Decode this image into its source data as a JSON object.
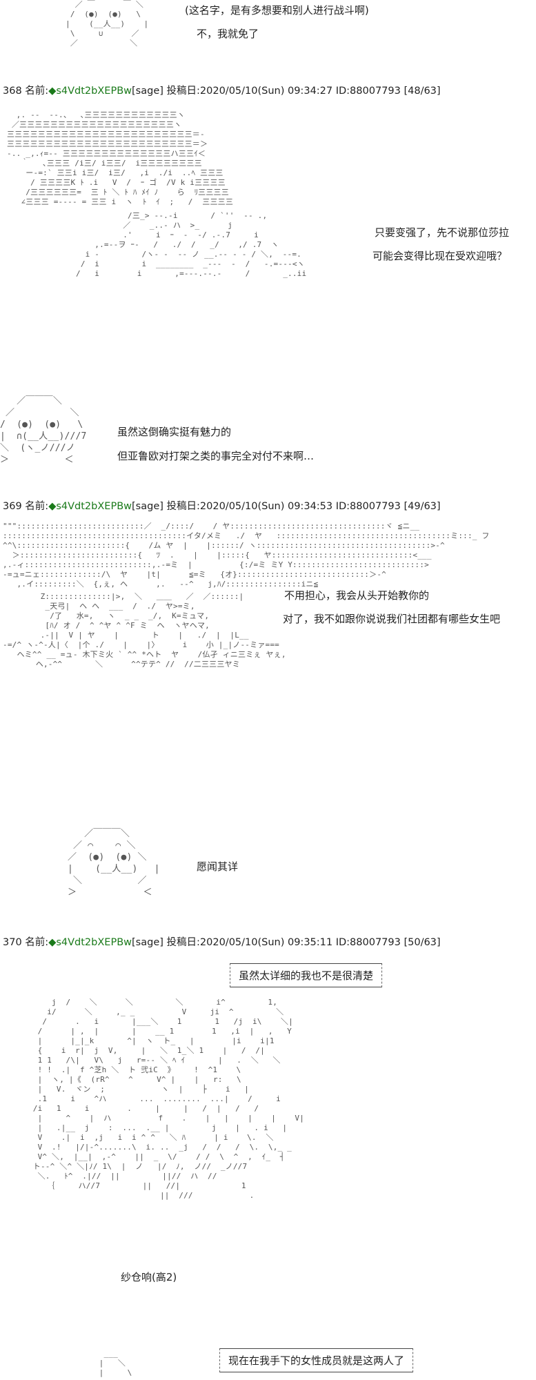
{
  "posts": [
    {
      "num": "368",
      "name_label": "名前:",
      "trip": "◆s4Vdt2bXEPBw",
      "sage": "[sage]",
      "posted_label": "投稿日:",
      "date": "2020/05/10(Sun) 09:34:27",
      "id": "ID:88007793",
      "count": "[48/63]"
    },
    {
      "num": "369",
      "name_label": "名前:",
      "trip": "◆s4Vdt2bXEPBw",
      "sage": "[sage]",
      "posted_label": "投稿日:",
      "date": "2020/05/10(Sun) 09:34:53",
      "id": "ID:88007793",
      "count": "[49/63]"
    },
    {
      "num": "370",
      "name_label": "名前:",
      "trip": "◆s4Vdt2bXEPBw",
      "sage": "[sage]",
      "posted_label": "投稿日:",
      "date": "2020/05/10(Sun) 09:35:11",
      "id": "ID:88007793",
      "count": "[50/63]"
    }
  ],
  "dialogue": {
    "top_1": "(这名字，是有多想要和别人进行战斗啊)",
    "top_2": "不，我就免了",
    "p368_1": "只要变强了，先不说那位莎拉",
    "p368_2": "可能会变得比现在受欢迎哦？",
    "p368_3": "虽然这倒确实挺有魅力的",
    "p368_4": "但亚鲁欧对打架之类的事完全对付不来啊…",
    "p369_1": "不用担心，我会从头开始教你的",
    "p369_2": "对了，我不如跟你说说我们社团都有哪些女生吧",
    "p369_3": "愿闻其详",
    "p370_bubble": "虽然太详细的我也不是很清楚",
    "p370_caption": "纱仓响(高2)",
    "bottom_bubble": "现在在我手下的女性成员就是这两人了"
  },
  "art": {
    "face_top": "  ／ ￣      ￣ ＼\n /  (●)  (●)   \\\n|    (__人__)    |\n \\     ∪      ／\n ／           ＼",
    "face_368": "   ／￣￣￣＼\n ／          ＼\n/  (●)  (●)   \\\n|  ∩(__人__)///7\n＼  (ヽ_ノ///ノ\n＞          ＜",
    "face_369": "    ／￣￣￣＼\n  ／ ⌒    ⌒ ＼\n ／  (●)  (●) ＼\n |    (__人__)   |\n  ＼          ／\n ＞            ＜",
    "hair_368": "  ,. -‐  ‐-.、  ､三三三三三三三三三三三三ヽ\n ／三三三三三三三三三三三三三三三三三三三三ヽ\n三三三三三三三三三三三三三三三三三三三三三三三三＝‐\n三三三三三三三三三三三三三三三三三三三三三三三三＝＞\n-.. _,.ｨ=-‐ 三三三三三三三三三三三三三三ハ三三ｲ＜\n   ｀   ､三三三 /i三/ i三三/  i三三三三三三三三\n    ー-=:` 三三i i三/  i三/   ,i  ./i  ..ﾍ 三三三\n     / 三三三三K ﾄ .i   V  /  ｰ ゴ  /V k i三三三三\n    /三三三三三三=  三 ﾄ ＼ ﾄ ﾊ ﾒｲ ﾉ    ら  ﾘ三三三三\n   ∠三三三 =-‐‐‐ = 三三 i  ヽ  ﾄ  ｲ  ;   /  三三三三",
    "body_368": "           /三_> -‐.-i       / `''  -‐ .,\n          ／    _..- ハ  >_      j\n          .'     i  ｰ  -  -/ .-.7     i\n    ,.=‐-ヲ ｰ-   /   ./  /   _/    ,/ .7  ヽ\n  i ‐         /ヽ‐ ‐  -‐ ノ __.-‐ ‐ ‐ / ＼,  --=.\n /  i         i  ________  _-‐-  ‐  /   -.=-‐-<ヽ\n/   i        i       ,=-‐-.‐-.‐     /       _..ii",
    "hair_369": "\"\"\":::::::::::::::::::::::::::／  _/::::/    / ヤ:::::::::::::::::::::::::::::::::ヾ ≦ニ__\n:::::::::::::::::::::::::::::::::::::::イタ/メミ   ./  ヤ   :::::::::::::::::::::::::::::::::::::ミ:::_ フ\n^^\\:::::::::::::::::::::::{    /ム ヤ  |    |::::::/ ヽ:::::::::::::::::::::::::::::::::::::>-^\n  ＞:::::::::::::::::::::::::{   ﾂ  .    |    |:::::{   ヤ::::::::::::::::::::::::::::::<___\n,.-ィ:::::::::::::::::::::::::::,.-=ミ  |          {:/=ミ ミY Y::::::::::::::::::::::::::::>\n-=ュ=ニェ:::::::::::::/\\  ヤ    |t|      ≦=ミ   {オ}::::::::::::::::::::::::::::＞-^\n   ,.イ:::::::::＼  {,ぇ, ヘ      ,.   ‐‐^   j,ﾊ/::::::::::::::::iニ≦",
    "body_369": "        Z::::::::::::::|>,  ＼   ＿＿   ／  ／::::::|\n         _天弓|  ヘ ヘ  ___  /  ./  ヤ>=ミ,\n          /了   水=,   ヽ  _ _  _/,  K=ミュマ,\n         [ﾊ/ オ /  ^ ^ヤ ^ ^F ミ  ヘ  ヽヤヘマ,\n        .-||  V | ヤ    |       ト    |   ./  |  |L__\n-=/^ ヽ-^-人|〈  |个 ./    |    |〉     i    小 |_|ノ‐‐ミァ===\n   ヘミ^^ __ =ュ‐ 木下ミ火 ` ^^ *ヘト  ヤ    /仏孑 ィニ三ミぇ ヤぇ,\n       ヘ,-^^       ＼      ^^テテ^ //  //二三三三ヤミ",
    "girl_370": "           j  /    ＼      ＼         ＼       i^         1,\n          i/      ＼     ,_ _          V     ji  ^         ＼\n         /      .   i       |___＼    1       1   /j  i\\    ＼|\n        /      | ,  |       |    __ 1        1   ,i  |   ,   Y\n        |      |_|_k       ^|  ヽ  ト_   |        |i    i|1\n        {    i  r|  j  V,     |   ＼  1_＼ 1    |   /  /|\n        1 1   /\\|   V\\   j   r=‐‐ ＼ ﾍ ｲ       |   .  ＼   ＼\n        ! !  .|  f ^芝h ＼  ト 弐iC  》    !  ^1    \\\n        |  ヽ, |《  (rR^    ^     V^ |    |   r:   \\\n        |   V.  ヾン  ;            ヽ  |    ├    i   |\n        .1     i    ^ハ       ...  ........  ...|    /     i\n       /i   1     i        .     |     |   /  |   /   /\n        |     ^    |  ハ          f    .    |   |    |    |    V|\n        |   .|__  j    :  ...  .__ |         j    |   . i   |\n        V    .|  i  ,j   i  i ^ ^   ＼ ﾊ      | i    \\.  ＼\n        V  .!   |/|-^.......\\  i. ..  _j   /  /   /  \\.  \\,_ _\n        V^ ＼,  |__|  ,-^    ||  _  \\/    / /  \\  ^  ,  ｲ_  ┤\n       ト--^ ＼^ ＼|ﾉ/ 1\\  |  ノ   |/  ﾉ,  ノ//  _ノ//7\n        ＼.   ﾄ^  .|//  ||         ||//  ハ  //\n          ｛     ハ//7         ||   //|             1\n                                  ||  ///            .",
    "face_bottom": "   ___\n  |   ＼\n  |     \\"
  }
}
